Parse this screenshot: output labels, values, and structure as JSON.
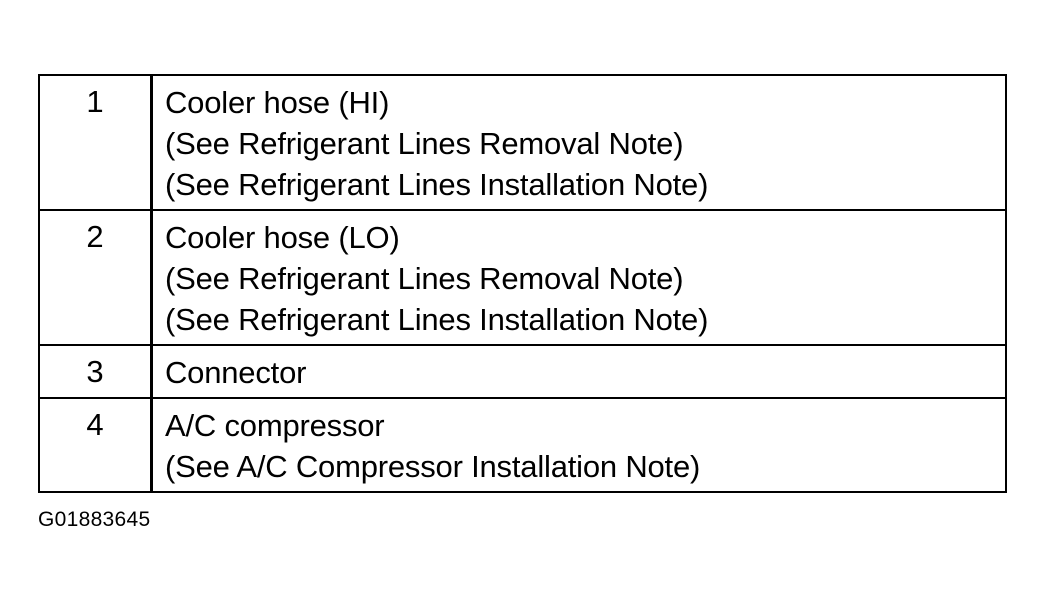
{
  "legend": {
    "rows": [
      {
        "number": "1",
        "lines": [
          "Cooler hose (HI)",
          "(See Refrigerant Lines Removal Note)",
          "(See Refrigerant Lines Installation Note)"
        ]
      },
      {
        "number": "2",
        "lines": [
          "Cooler hose (LO)",
          "(See Refrigerant Lines Removal Note)",
          "(See Refrigerant Lines Installation Note)"
        ]
      },
      {
        "number": "3",
        "lines": [
          "Connector"
        ]
      },
      {
        "number": "4",
        "lines": [
          "A/C compressor",
          "(See A/C Compressor Installation Note)"
        ]
      }
    ]
  },
  "figure_id": "G01883645"
}
